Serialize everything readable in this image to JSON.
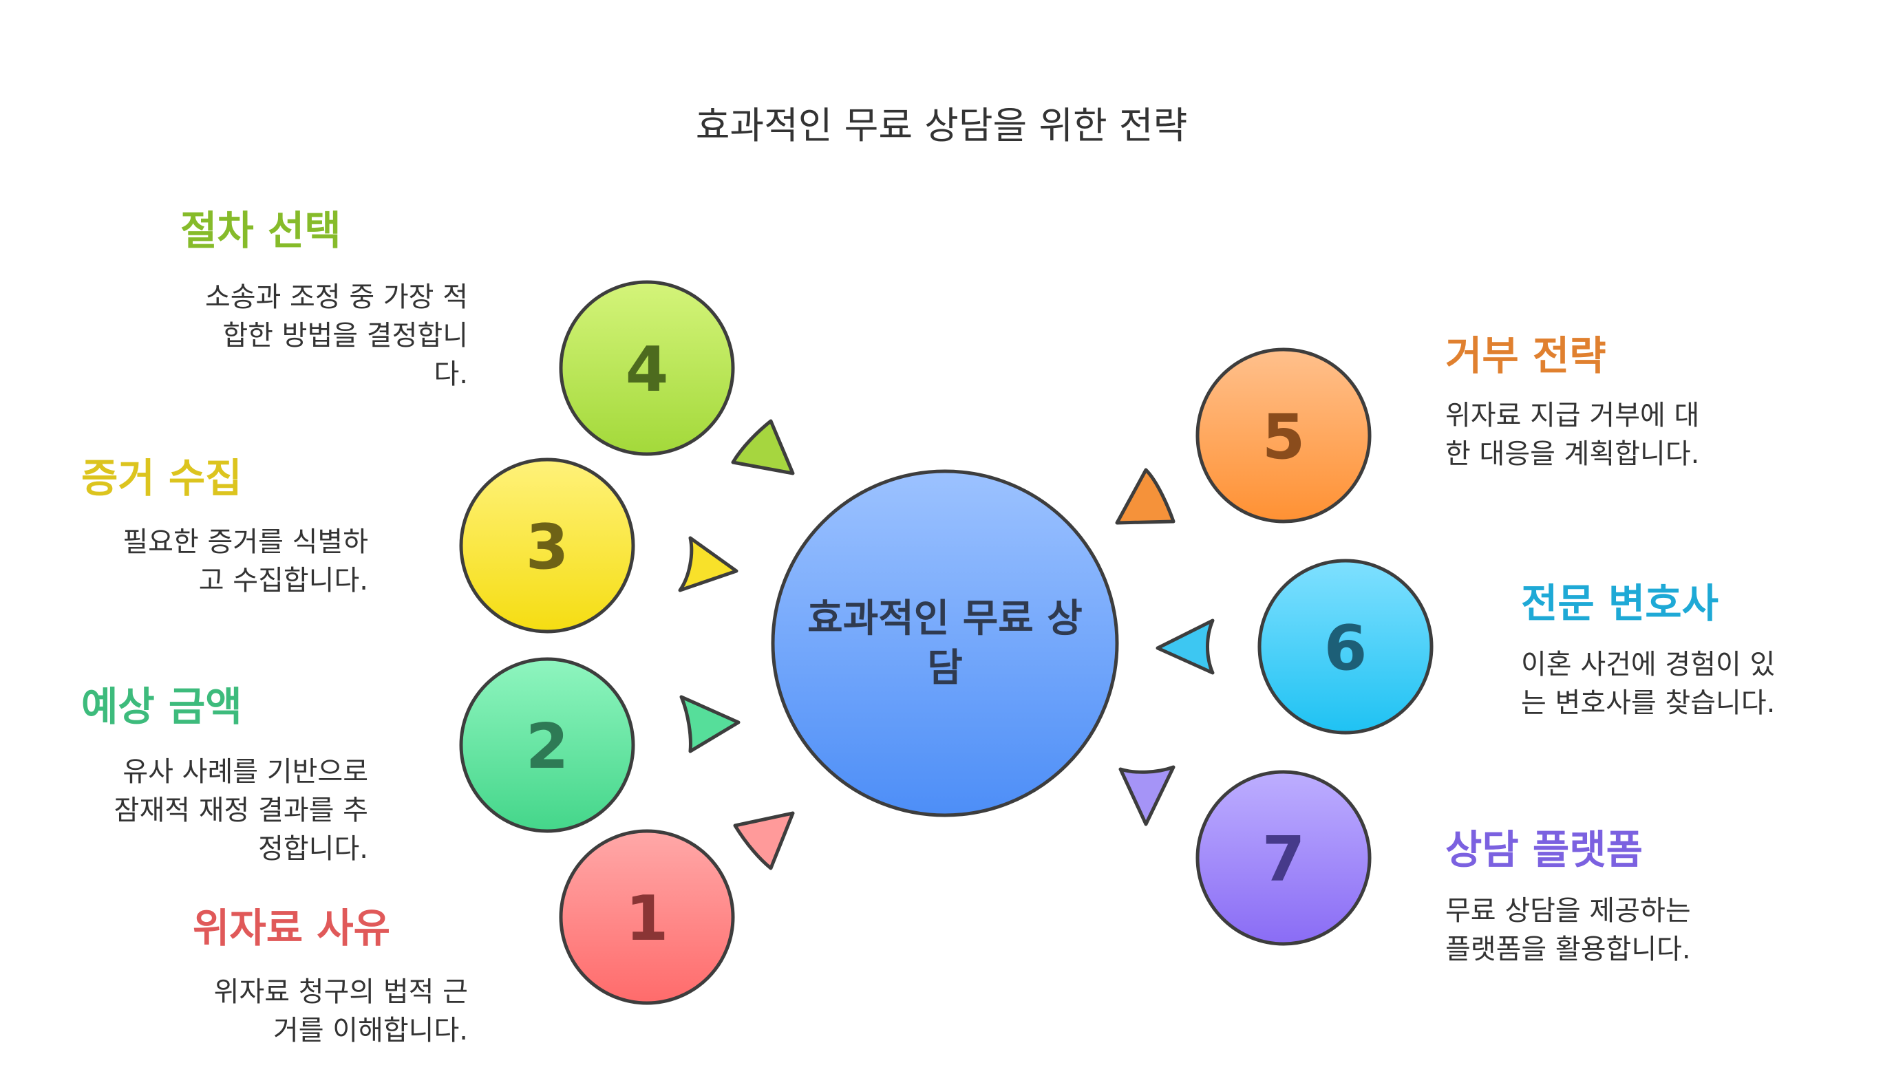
{
  "title": "효과적인 무료 상담을 위한 전략",
  "center": {
    "line1": "효과적인 무료 상",
    "line2": "담"
  },
  "items": [
    {
      "num": "1",
      "heading": "위자료 사유",
      "desc": [
        "위자료 청구의 법적 근",
        "거를 이해합니다."
      ],
      "color": "#e05959",
      "fill": "#ff8f8f"
    },
    {
      "num": "2",
      "heading": "예상 금액",
      "desc": [
        "유사 사례를 기반으로",
        "잠재적 재정 결과를 추",
        "정합니다."
      ],
      "color": "#3dbb7c",
      "fill": "#5fe39c"
    },
    {
      "num": "3",
      "heading": "증거 수집",
      "desc": [
        "필요한 증거를 식별하",
        "고 수집합니다."
      ],
      "color": "#dcc41e",
      "fill": "#fbe73a"
    },
    {
      "num": "4",
      "heading": "절차 선택",
      "desc": [
        "소송과 조정 중 가장 적",
        "합한 방법을 결정합니",
        "다."
      ],
      "color": "#86bb2a",
      "fill": "#b7e350"
    },
    {
      "num": "5",
      "heading": "거부 전략",
      "desc": [
        "위자료 지급 거부에 대",
        "한 대응을 계획합니다."
      ],
      "color": "#e0802f",
      "fill": "#ffa35c"
    },
    {
      "num": "6",
      "heading": "전문 변호사",
      "desc": [
        "이혼 사건에 경험이 있",
        "는 변호사를 찾습니다."
      ],
      "color": "#1ea9d6",
      "fill": "#3cc8f5"
    },
    {
      "num": "7",
      "heading": "상담 플랫폼",
      "desc": [
        "무료 상담을 제공하는",
        "플랫폼을 활용합니다."
      ],
      "color": "#7b61e0",
      "fill": "#9b86f7"
    }
  ]
}
